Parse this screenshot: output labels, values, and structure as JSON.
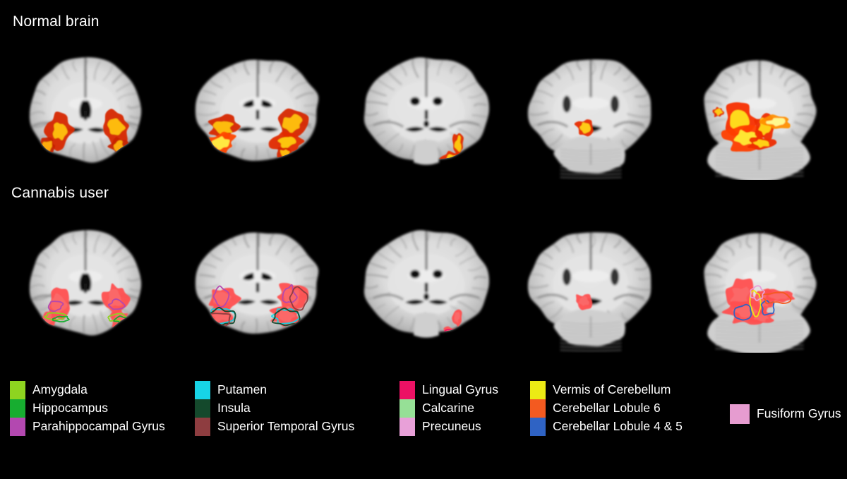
{
  "figure": {
    "background": "#000000",
    "rows": [
      {
        "id": "normal",
        "label": "Normal brain",
        "overlay_style": "hot-colormap-orange-yellow",
        "overlay_colors": [
          "#ff4500",
          "#ff7e00",
          "#ffa500",
          "#ffd400",
          "#ffee44"
        ],
        "slice_count": 5
      },
      {
        "id": "cannabis",
        "label": "Cannabis user",
        "overlay_style": "red-salmon-with-roi-outlines",
        "overlay_colors": [
          "#ff4040",
          "#fa5f5f",
          "#ff7070"
        ],
        "slice_count": 5
      }
    ]
  },
  "legend": {
    "columns": [
      {
        "id": "col-1",
        "entries": [
          {
            "label": "Amygdala",
            "color": "#8ed420"
          },
          {
            "label": "Hippocampus",
            "color": "#17ad30"
          },
          {
            "label": "Parahippocampal Gyrus",
            "color": "#b348b0"
          }
        ]
      },
      {
        "id": "col-2",
        "entries": [
          {
            "label": "Putamen",
            "color": "#17d4e6"
          },
          {
            "label": "Insula",
            "color": "#14492c"
          },
          {
            "label": "Superior Temporal Gyrus",
            "color": "#8e3d40"
          }
        ]
      },
      {
        "id": "col-3",
        "entries": [
          {
            "label": "Lingual Gyrus",
            "color": "#ec1164"
          },
          {
            "label": "Calcarine",
            "color": "#96e096"
          },
          {
            "label": "Precuneus",
            "color": "#e8a0d8"
          }
        ]
      },
      {
        "id": "col-4",
        "entries": [
          {
            "label": "Vermis of Cerebellum",
            "color": "#ecea14"
          },
          {
            "label": "Cerebellar Lobule 6",
            "color": "#f35a20"
          },
          {
            "label": "Cerebellar Lobule 4 & 5",
            "color": "#2f63c4"
          }
        ]
      },
      {
        "id": "col-5",
        "entries": [
          {
            "label": "Fusiform Gyrus",
            "color": "#e69cd0"
          }
        ]
      }
    ]
  },
  "brain_slices": {
    "normal": [
      {
        "index": 1,
        "description": "coronal slice with bilateral temporal and inferior temporal activation"
      },
      {
        "index": 2,
        "description": "coronal slice with large bilateral insula/putamen activation"
      },
      {
        "index": 3,
        "description": "coronal slice with right temporal and small left lateral activation"
      },
      {
        "index": 4,
        "description": "coronal slice with midline thalamic and bilateral medial temporal foci"
      },
      {
        "index": 5,
        "description": "posterior coronal slice with large central occipital/cerebellar activation"
      }
    ],
    "cannabis": [
      {
        "index": 1,
        "description": "coronal slice, red activation with amygdala/hippocampus/parahippocampal outlines"
      },
      {
        "index": 2,
        "description": "coronal slice, red activation with putamen/insula/superior temporal outlines"
      },
      {
        "index": 3,
        "description": "coronal slice, small right temporal red activation with outlines"
      },
      {
        "index": 4,
        "description": "coronal slice, small midline and bilateral medial temporal red foci"
      },
      {
        "index": 5,
        "description": "posterior coronal slice, red activation with vermis and cerebellar lobule outlines"
      }
    ]
  }
}
